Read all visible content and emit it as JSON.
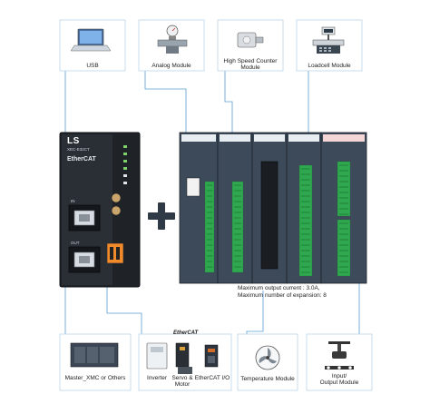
{
  "top_devices": [
    {
      "label": "USB",
      "icon": "laptop-icon"
    },
    {
      "label": "Analog Module",
      "icon": "valve-gauge-icon"
    },
    {
      "label": "High Speed  Counter\nModule",
      "icon": "encoder-icon"
    },
    {
      "label": "Loadcell Module",
      "icon": "scale-icon"
    }
  ],
  "bottom_devices": [
    {
      "label": "Master_XMC or Others",
      "icon": "controller-rack-icon"
    },
    {
      "label": "Inverter",
      "icon": "inverter-icon"
    },
    {
      "label": "Servo &\nMotor",
      "icon": "servo-motor-icon"
    },
    {
      "label": "EtherCAT I/O",
      "icon": "ethercat-io-icon"
    },
    {
      "label": "Temperature Module",
      "icon": "fan-icon"
    },
    {
      "label": "Input/\nOutput Module",
      "icon": "robot-arm-icon"
    }
  ],
  "ethercat_logo": "EtherCAT",
  "plc": {
    "brand": "LS",
    "model": "XEC-E32CT",
    "network": "EtherCAT",
    "port_in": "IN",
    "port_out": "OUT"
  },
  "expansion_note": {
    "line1": "Maximum output current : 3.0A,",
    "line2": "Maximum number of expansion: 8"
  },
  "colors": {
    "accent": "#5a9fd4",
    "module_body": "#3d4a5a",
    "terminal_green": "#2fa84f",
    "plus": "#2f3a46"
  }
}
